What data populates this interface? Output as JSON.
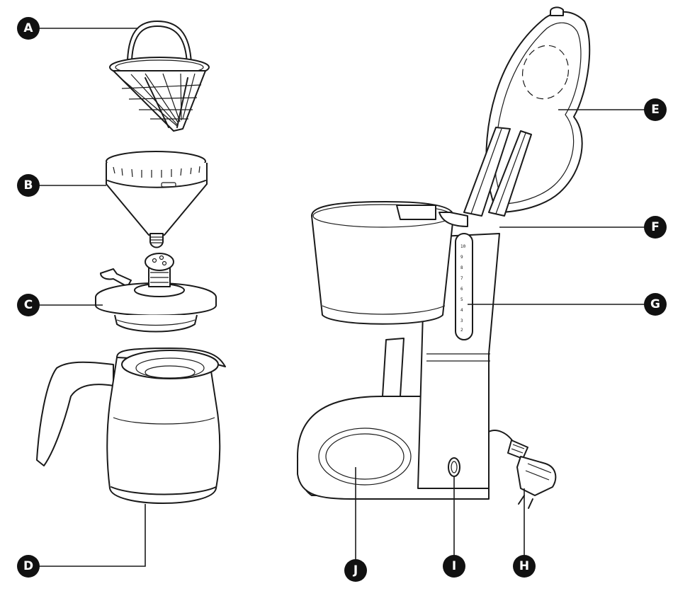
{
  "labels": [
    {
      "id": "A",
      "text": "A"
    },
    {
      "id": "B",
      "text": "B"
    },
    {
      "id": "C",
      "text": "C"
    },
    {
      "id": "D",
      "text": "D"
    },
    {
      "id": "E",
      "text": "E"
    },
    {
      "id": "F",
      "text": "F"
    },
    {
      "id": "G",
      "text": "G"
    },
    {
      "id": "H",
      "text": "H"
    },
    {
      "id": "I",
      "text": "I"
    },
    {
      "id": "J",
      "text": "J"
    }
  ],
  "colors": {
    "line": "#1a1a1a",
    "badge": "#111111",
    "badge_text": "#ffffff",
    "background": "#ffffff"
  }
}
